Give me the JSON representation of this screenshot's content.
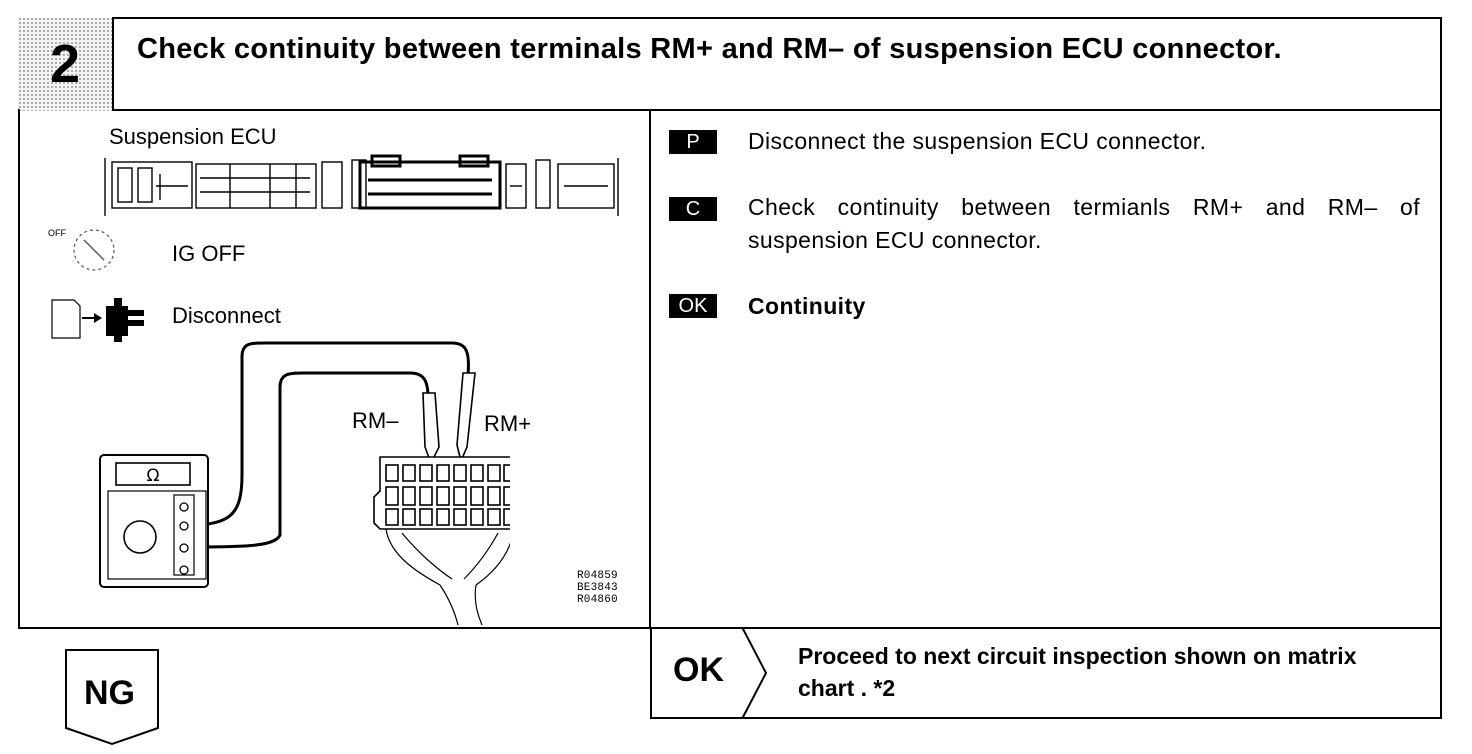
{
  "header": {
    "step_number": "2",
    "title": "Check continuity between terminals RM+ and RM– of suspension ECU connector."
  },
  "diagram": {
    "ecu_label": "Suspension ECU",
    "ignition_icon_text": "OFF",
    "ignition_label": "IG OFF",
    "disconnect_label": "Disconnect",
    "meter_symbol": "Ω",
    "rm_minus_label": "RM–",
    "rm_plus_label": "RM+",
    "figure_codes": [
      "R04859",
      "BE3843",
      "R04860"
    ]
  },
  "steps": [
    {
      "tag": "P",
      "text": "Disconnect the suspension ECU connector."
    },
    {
      "tag": "C",
      "text": "Check continuity between termianls RM+ and RM– of suspension ECU connector."
    },
    {
      "tag": "OK",
      "text": "Continuity"
    }
  ],
  "result_ok": {
    "label": "OK",
    "text": "Proceed to next circuit inspection shown on matrix chart .   *2"
  },
  "result_ng": {
    "label": "NG"
  }
}
